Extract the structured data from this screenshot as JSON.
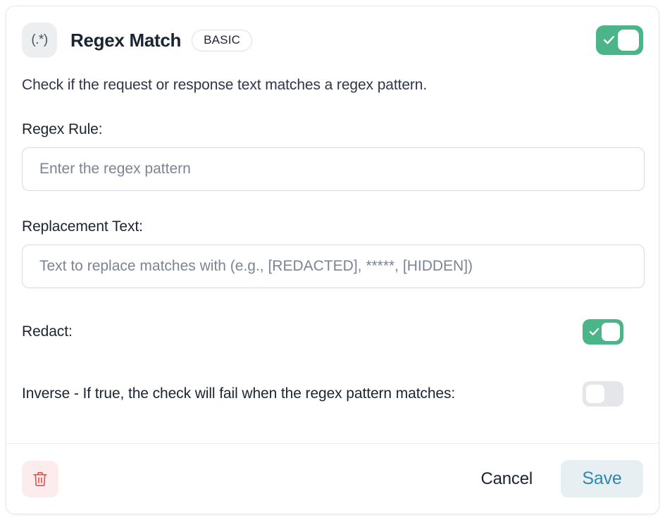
{
  "card": {
    "header": {
      "icon_glyph": "(.*)",
      "icon_name": "regex-icon",
      "title": "Regex Match",
      "badge": "BASIC",
      "enabled_toggle": {
        "name": "enable-check-toggle",
        "state": "on"
      }
    },
    "description": "Check if the request or response text matches a regex pattern.",
    "fields": [
      {
        "label": "Regex Rule:",
        "placeholder": "Enter the regex pattern",
        "value": ""
      },
      {
        "label": "Replacement Text:",
        "placeholder": "Text to replace matches with (e.g., [REDACTED], *****, [HIDDEN])",
        "value": ""
      }
    ],
    "switches": [
      {
        "label": "Redact:",
        "state": "on"
      },
      {
        "label": "Inverse - If true, the check will fail when the regex pattern matches:",
        "state": "off"
      }
    ],
    "footer": {
      "delete_icon": "trash-icon",
      "cancel_label": "Cancel",
      "save_label": "Save"
    }
  },
  "colors": {
    "toggle_on": "#4cb489",
    "toggle_off": "#e4e6ea",
    "save_text": "#2f87ad",
    "save_bg": "#e8eff3",
    "delete_bg": "#fdeced",
    "delete_icon": "#d9534f"
  }
}
